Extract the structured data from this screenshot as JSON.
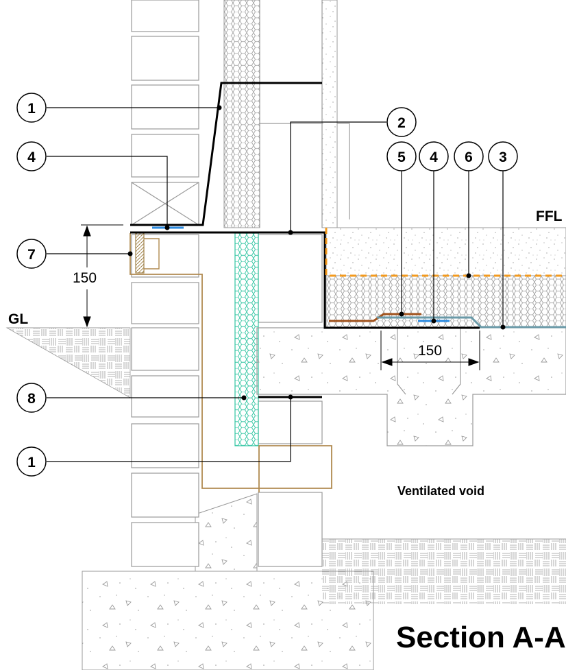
{
  "title": "Section A-A",
  "level_labels": {
    "ffl": "FFL",
    "gl": "GL"
  },
  "dimensions": {
    "vertical": "150",
    "horizontal": "150"
  },
  "void_label": "Ventilated void",
  "callouts": [
    {
      "id": "callout-1-upper",
      "number": "1"
    },
    {
      "id": "callout-2",
      "number": "2"
    },
    {
      "id": "callout-4-left",
      "number": "4"
    },
    {
      "id": "callout-5",
      "number": "5"
    },
    {
      "id": "callout-4-right",
      "number": "4"
    },
    {
      "id": "callout-6",
      "number": "6"
    },
    {
      "id": "callout-3",
      "number": "3"
    },
    {
      "id": "callout-7",
      "number": "7"
    },
    {
      "id": "callout-8",
      "number": "8"
    },
    {
      "id": "callout-1-lower",
      "number": "1"
    }
  ],
  "colors": {
    "line": "#9a9a9a",
    "membrane": "#000000",
    "orange_dpm": "#f39a1e",
    "brown_tray": "#a0521c",
    "blue_lap": "#2a8ae0",
    "teal_insulation": "#2ec4a0",
    "tan_cavity_tray": "#b08a50",
    "teal_dpc": "#6a9aa8"
  }
}
